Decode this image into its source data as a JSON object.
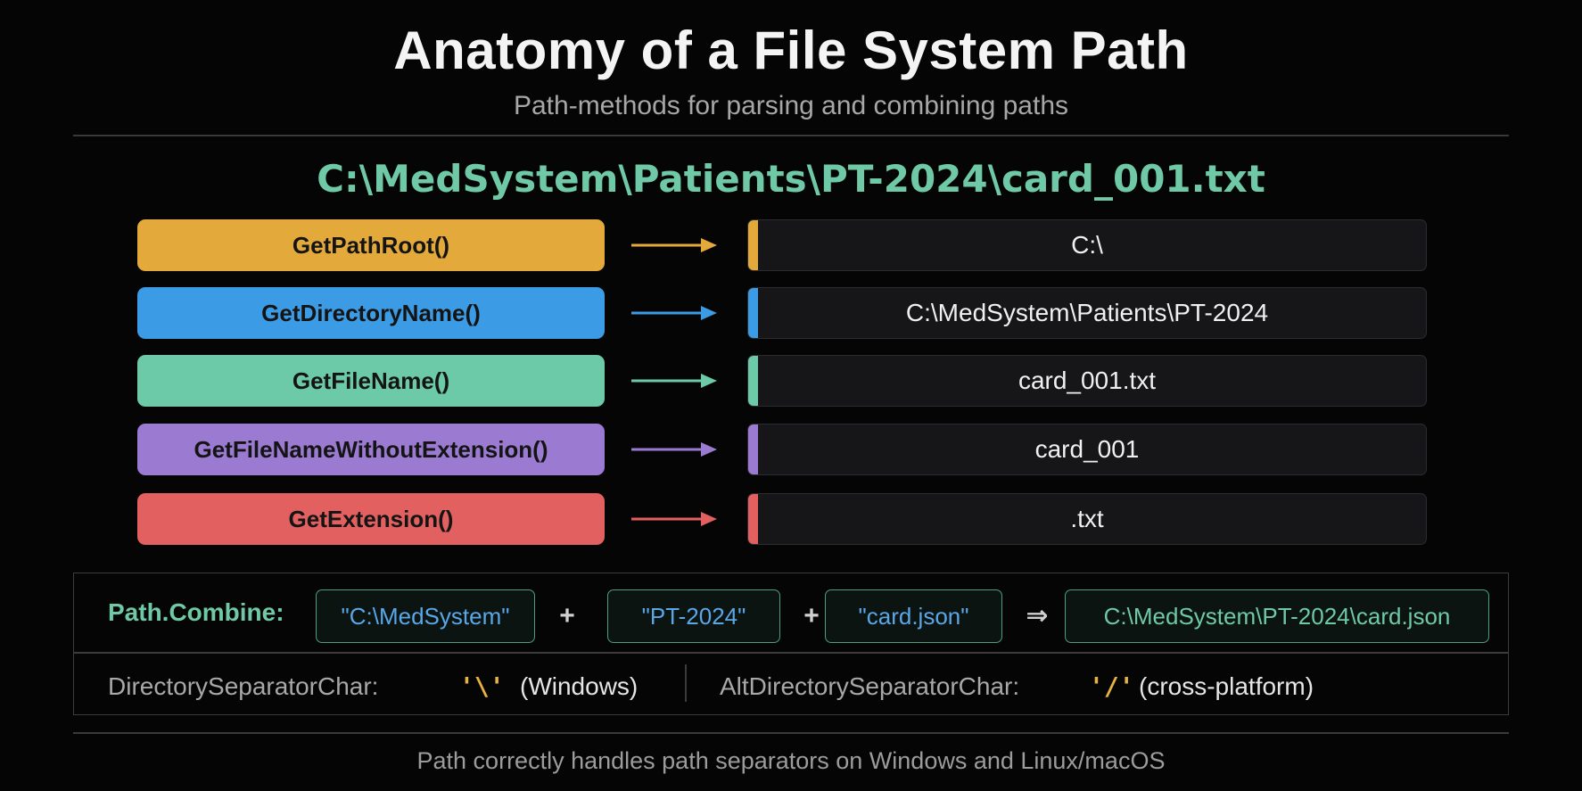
{
  "title": "Anatomy of a File System Path",
  "subtitle": "Path-methods for parsing and combining paths",
  "example_path": "C:\\MedSystem\\Patients\\PT-2024\\card_001.txt",
  "methods": [
    {
      "name": "GetPathRoot()",
      "result": "C:\\",
      "color": "#e3aa3b"
    },
    {
      "name": "GetDirectoryName()",
      "result": "C:\\MedSystem\\Patients\\PT-2024",
      "color": "#3c9be5"
    },
    {
      "name": "GetFileName()",
      "result": "card_001.txt",
      "color": "#6ccaa8"
    },
    {
      "name": "GetFileNameWithoutExtension()",
      "result": "card_001",
      "color": "#9b7bd1"
    },
    {
      "name": "GetExtension()",
      "result": ".txt",
      "color": "#e26060"
    }
  ],
  "combine": {
    "label": "Path.Combine:",
    "args": [
      "\"C:\\MedSystem\"",
      "\"PT-2024\"",
      "\"card.json\""
    ],
    "plus": "+",
    "yields": "⇒",
    "result": "C:\\MedSystem\\PT-2024\\card.json"
  },
  "separators": {
    "primary_label": "DirectorySeparatorChar:",
    "primary_char": "'\\'",
    "primary_note": "(Windows)",
    "alt_label": "AltDirectorySeparatorChar:",
    "alt_char": "'/'",
    "alt_note": "(cross-platform)"
  },
  "footer": "Path correctly handles path separators on Windows and Linux/macOS"
}
